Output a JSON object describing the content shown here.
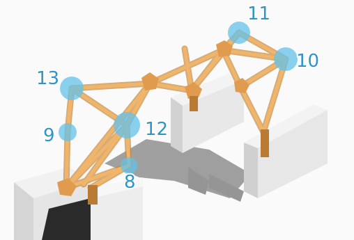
{
  "scene": {
    "nodes": [
      {
        "id": "n8",
        "label": "8"
      },
      {
        "id": "n9",
        "label": "9"
      },
      {
        "id": "n10",
        "label": "10"
      },
      {
        "id": "n11",
        "label": "11"
      },
      {
        "id": "n12",
        "label": "12"
      },
      {
        "id": "n13",
        "label": "13"
      }
    ],
    "colors": {
      "strut": "#e6aa5c",
      "strut_shadow": "#c9893f",
      "node_highlight": "#63c2ea",
      "label": "#2f95c7",
      "wall": "#ececec",
      "wall_shade": "#cfcfcf"
    }
  }
}
